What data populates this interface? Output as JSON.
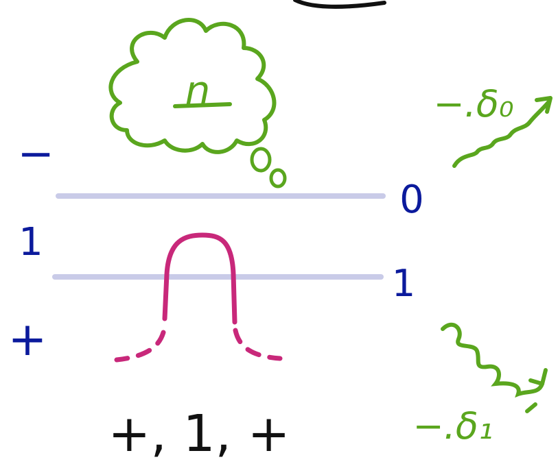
{
  "diagram": {
    "thought_text": "n",
    "bubble_dots": [
      "o",
      "o"
    ],
    "left_labels": [
      "−",
      "1",
      "+"
    ],
    "right_labels": [
      "0",
      "1"
    ],
    "bottom_text": "+, 1, +",
    "emission_top": "−.δ₀",
    "emission_bottom": "−.δ₁"
  },
  "colors": {
    "ink_blue": "#0b1a9c",
    "ink_green": "#5aa61e",
    "ink_magenta": "#c8287a",
    "ink_black": "#111111",
    "level_lines": "#c9cbe8"
  }
}
